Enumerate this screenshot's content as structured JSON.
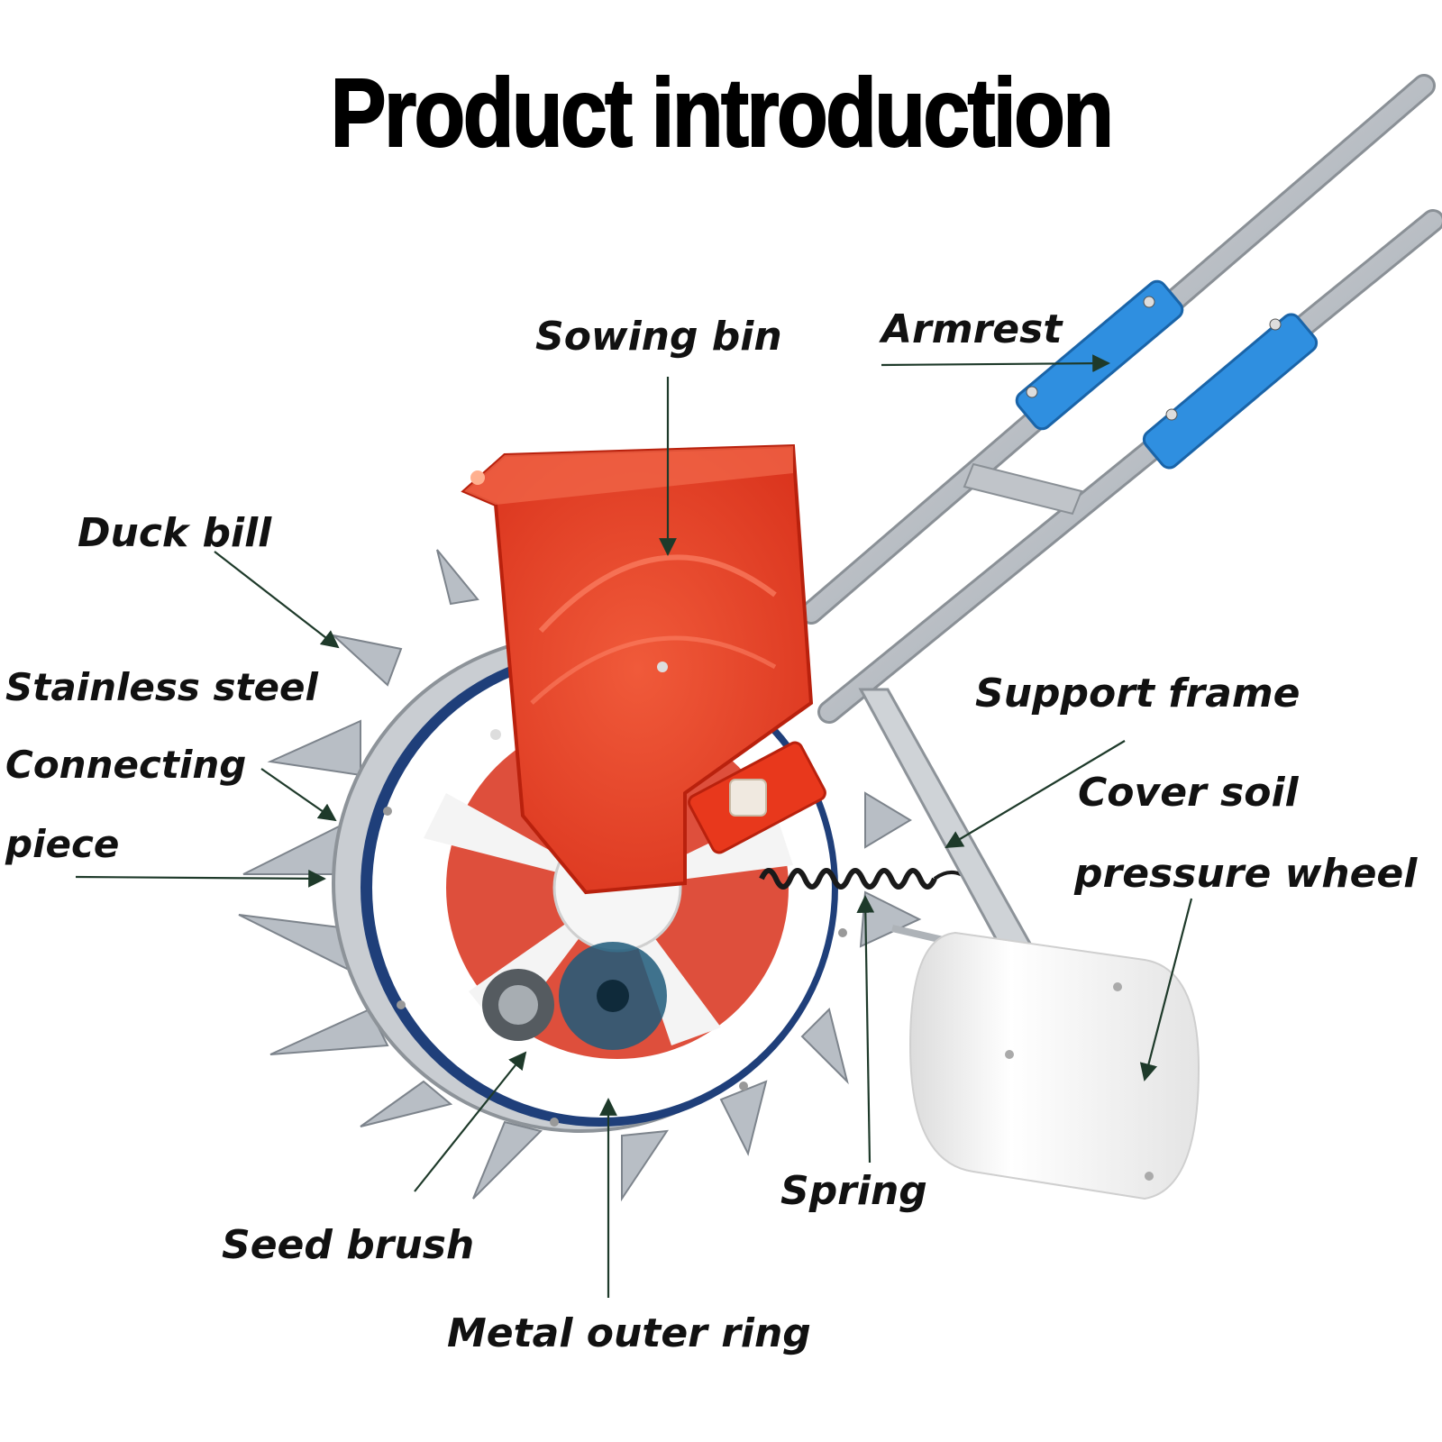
{
  "title": "Product introduction",
  "labels": {
    "sowing_bin": "Sowing bin",
    "armrest": "Armrest",
    "duck_bill": "Duck bill",
    "stainless_steel": "Stainless steel",
    "connecting": "Connecting",
    "piece": "piece",
    "support_frame": "Support frame",
    "cover_soil": "Cover soil",
    "pressure_wheel": "pressure wheel",
    "spring": "Spring",
    "seed_brush": "Seed brush",
    "metal_outer_ring": "Metal outer ring"
  },
  "colors": {
    "bin": "#e8381c",
    "handle_grip": "#2f8fe0",
    "wheel_ring": "#1f3f7a",
    "metal": "#c9cdd2",
    "roller": "#f2f2f2"
  }
}
